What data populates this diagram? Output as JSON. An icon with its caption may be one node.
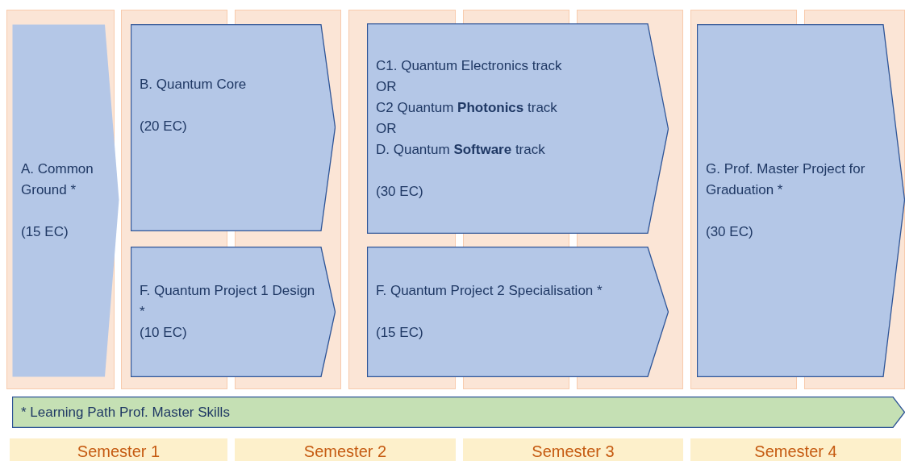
{
  "diagram": {
    "nodes": [
      {
        "text": [
          "A. Common Ground *",
          "(15 EC)"
        ]
      },
      {
        "text": [
          "B. Quantum Core",
          "(20 EC)"
        ]
      },
      {
        "text": [
          "F. Quantum Project 1 Design *",
          "(10 EC)"
        ]
      },
      {
        "text": [
          "C1. Quantum Electronics track",
          "OR",
          "C2 Quantum **Photonics** track",
          "OR",
          "D. Quantum **Software** track",
          "(30 EC)"
        ]
      },
      {
        "text": [
          "F. Quantum Project 2 Specialisation *",
          "(15 EC)"
        ]
      },
      {
        "text": [
          "G. Prof. Master Project for Graduation *",
          "(30 EC)"
        ]
      },
      {
        "text": [
          "* Learning Path Prof. Master Skills"
        ]
      },
      {
        "text": [
          "Semester 1"
        ]
      },
      {
        "text": [
          "Semester 2"
        ]
      },
      {
        "text": [
          "Semester 3"
        ]
      },
      {
        "text": [
          "Semester 4"
        ]
      }
    ]
  }
}
